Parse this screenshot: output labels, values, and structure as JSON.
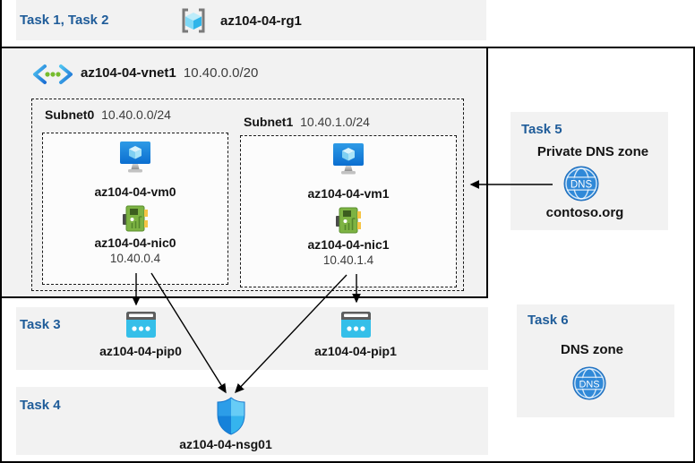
{
  "top": {
    "tasks_label": "Task 1, Task 2",
    "rg_name": "az104-04-rg1"
  },
  "vnet": {
    "name": "az104-04-vnet1",
    "cidr": "10.40.0.0/20"
  },
  "subnets": [
    {
      "name": "Subnet0",
      "cidr": "10.40.0.0/24",
      "vm": "az104-04-vm0",
      "nic": "az104-04-nic0",
      "ip": "10.40.0.4"
    },
    {
      "name": "Subnet1",
      "cidr": "10.40.1.0/24",
      "vm": "az104-04-vm1",
      "nic": "az104-04-nic1",
      "ip": "10.40.1.4"
    }
  ],
  "task3": {
    "label": "Task 3",
    "pip0": "az104-04-pip0",
    "pip1": "az104-04-pip1"
  },
  "task4": {
    "label": "Task 4",
    "nsg": "az104-04-nsg01"
  },
  "task5": {
    "label": "Task 5",
    "title": "Private DNS zone",
    "zone": "contoso.org"
  },
  "task6": {
    "label": "Task 6",
    "title": "DNS zone"
  },
  "icons": {
    "dns_label": "DNS"
  },
  "colors": {
    "band_gray": "#f2f2f2",
    "task_heading_blue": "#1f5c99",
    "vm_monitor_blue": "#1081d9",
    "nic_green": "#7db343",
    "pip_cyan": "#35bfe9",
    "dns_blue": "#3089d8",
    "nsg_shield_blue": "#2c9de8",
    "connector_black": "#000000"
  }
}
